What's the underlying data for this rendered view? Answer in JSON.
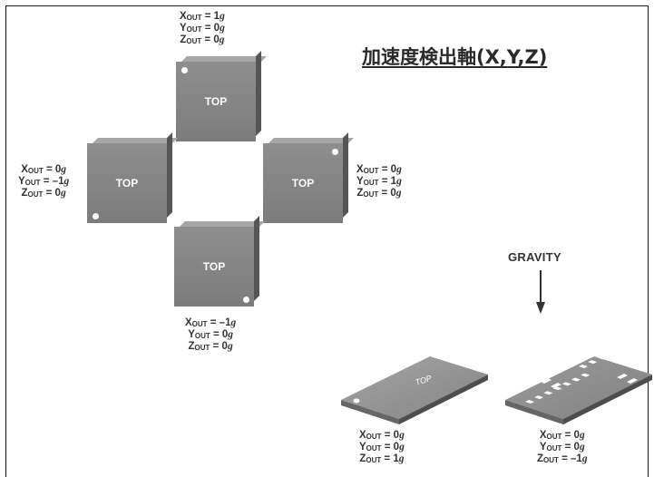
{
  "title": "加速度検出軸(X,Y,Z)",
  "chip_label": "TOP",
  "gravity_label": "GRAVITY",
  "readouts": {
    "top": {
      "x": "1",
      "y": "0",
      "z": "0"
    },
    "left": {
      "x": "0",
      "y": "–1",
      "z": "0"
    },
    "right": {
      "x": "0",
      "y": "1",
      "z": "0"
    },
    "bottom": {
      "x": "–1",
      "y": "0",
      "z": "0"
    },
    "flat_up": {
      "x": "0",
      "y": "0",
      "z": "1"
    },
    "flat_down": {
      "x": "0",
      "y": "0",
      "z": "–1"
    }
  },
  "axis_names": {
    "x": "X",
    "y": "Y",
    "z": "Z",
    "sub": "OUT",
    "unit": "g"
  },
  "colors": {
    "chip_face": "#8a8a8a",
    "chip_side": "#555555",
    "border": "#1a1a1a",
    "text": "#333333"
  }
}
